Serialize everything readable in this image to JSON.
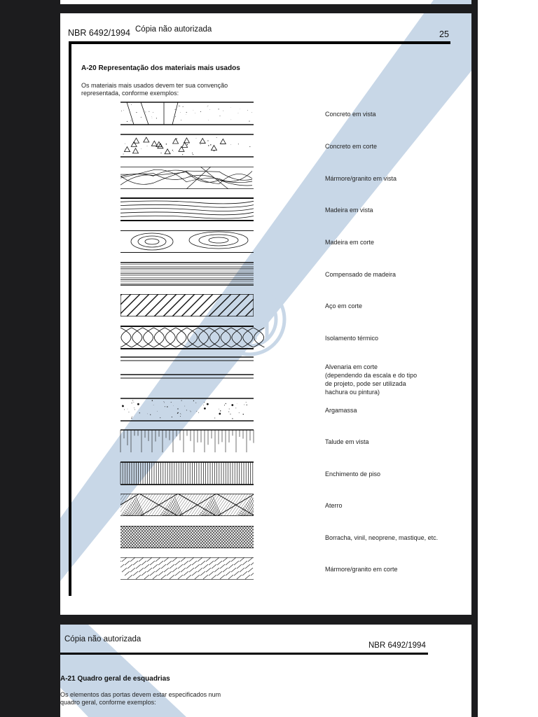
{
  "page1": {
    "standard": "NBR 6492/1994",
    "watermark_notice": "Cópia não autorizada",
    "page_number": "25",
    "section_title": "A-20 Representação dos materiais mais usados",
    "intro_line1": "Os materiais mais usados devem ter sua convenção",
    "intro_line2": "representada, conforme exemplos:",
    "materials": [
      {
        "label": "Concreto em vista",
        "pattern": "concrete-view"
      },
      {
        "label": "Concreto em corte",
        "pattern": "concrete-section"
      },
      {
        "label": "Mármore/granito em vista",
        "pattern": "marble-view"
      },
      {
        "label": "Madeira em vista",
        "pattern": "wood-view"
      },
      {
        "label": "Madeira em corte",
        "pattern": "wood-section"
      },
      {
        "label": "Compensado de madeira",
        "pattern": "plywood"
      },
      {
        "label": "Aço em corte",
        "pattern": "steel-section"
      },
      {
        "label": "Isolamento térmico",
        "pattern": "insulation"
      },
      {
        "label": "Alvenaria em corte",
        "note_lines": [
          "(dependendo da escala e do tipo",
          "de projeto, pode ser utilizada",
          "hachura ou pintura)"
        ],
        "pattern": "masonry"
      },
      {
        "label": "Argamassa",
        "pattern": "mortar"
      },
      {
        "label": "Talude em vista",
        "pattern": "slope"
      },
      {
        "label": "Enchimento de piso",
        "pattern": "floor-fill"
      },
      {
        "label": "Aterro",
        "pattern": "embankment"
      },
      {
        "label": "Borracha, vinil, neoprene, mastique, etc.",
        "pattern": "rubber"
      },
      {
        "label": "Mármore/granito em corte",
        "pattern": "marble-section"
      }
    ]
  },
  "page2": {
    "watermark_notice": "Cópia não autorizada",
    "standard": "NBR 6492/1994",
    "section_title": "A-21 Quadro geral de esquadrias",
    "intro_line1": "Os elementos das portas devem estar especificados num",
    "intro_line2": "quadro geral, conforme exemplos:"
  },
  "colors": {
    "watermark": "#c8d7e7",
    "background": "#1c1c1e"
  }
}
